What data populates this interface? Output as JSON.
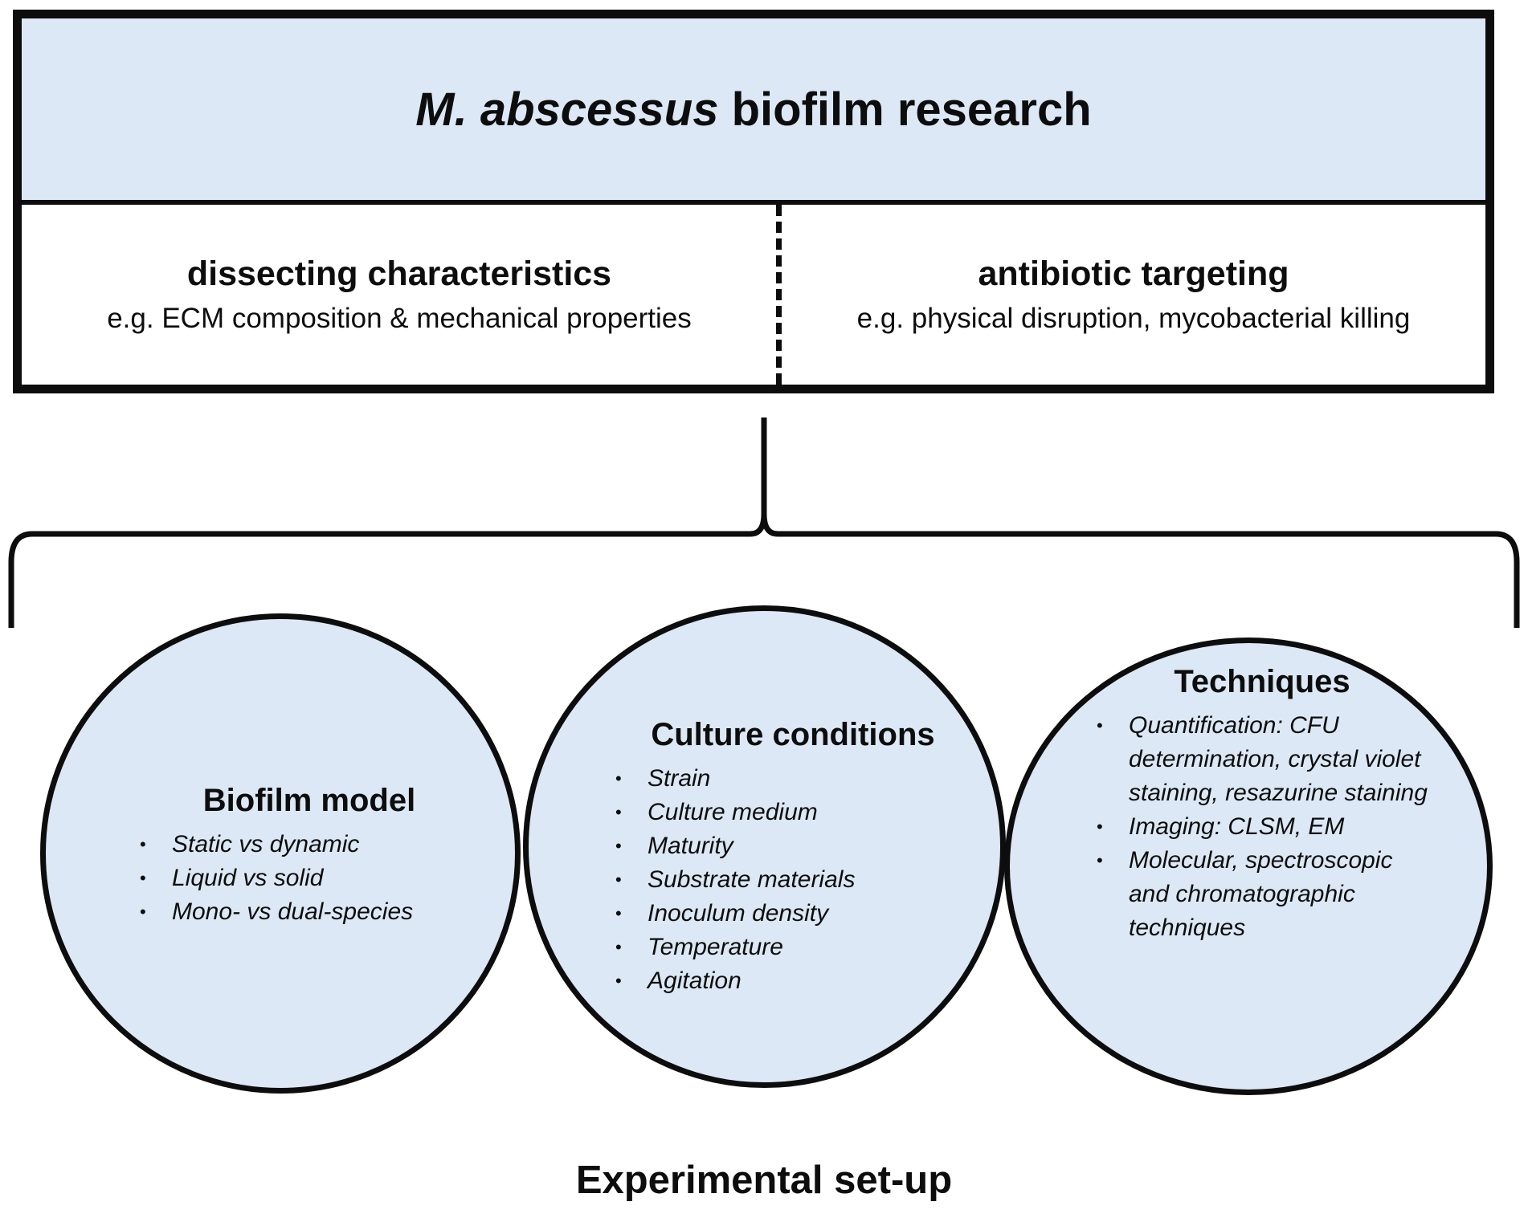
{
  "header": {
    "title_italic": "M. abscessus",
    "title_rest": "biofilm research"
  },
  "left_panel": {
    "title": "dissecting characteristics",
    "subtitle": "e.g. ECM composition & mechanical properties"
  },
  "right_panel": {
    "title": "antibiotic targeting",
    "subtitle": "e.g. physical disruption, mycobacterial killing"
  },
  "circles": {
    "biofilm_model": {
      "title": "Biofilm model",
      "items": [
        "Static vs dynamic",
        "Liquid vs solid",
        "Mono- vs dual-species"
      ]
    },
    "culture_conditions": {
      "title": "Culture conditions",
      "items": [
        "Strain",
        "Culture medium",
        "Maturity",
        "Substrate materials",
        "Inoculum density",
        "Temperature",
        "Agitation"
      ]
    },
    "techniques": {
      "title": "Techniques",
      "items": [
        "Quantification: CFU determination, crystal violet staining, resazurine staining",
        "Imaging: CLSM, EM",
        "Molecular, spectroscopic and chromatographic techniques"
      ]
    }
  },
  "footer": {
    "title": "Experimental set-up"
  },
  "colors": {
    "fill": "#dce8f5",
    "line": "#0d0d0d"
  }
}
